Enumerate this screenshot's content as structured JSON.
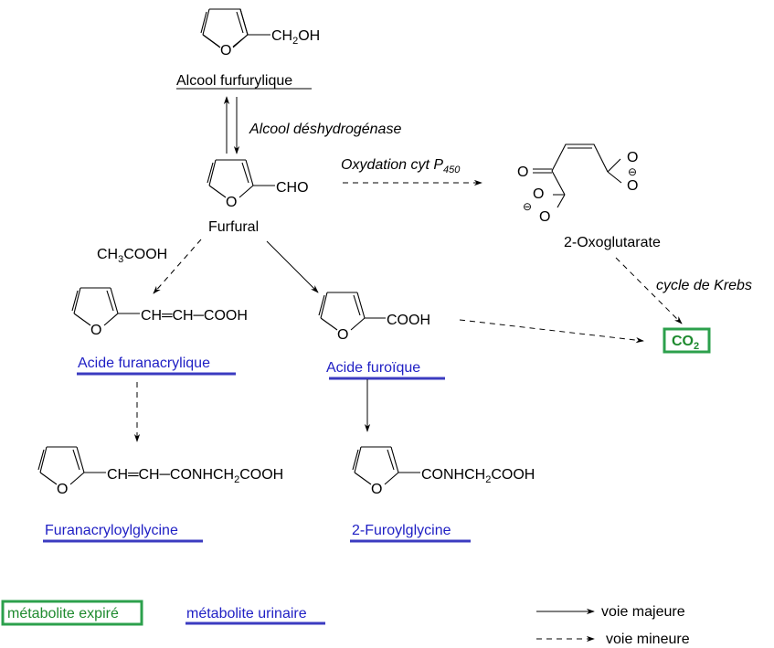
{
  "compounds": {
    "furfuryl_alcohol": {
      "substituent": "CH",
      "sub2": "2",
      "substituent_end": "OH",
      "name": "Alcool furfurylique"
    },
    "furfural": {
      "substituent": "CHO",
      "name": "Furfural"
    },
    "oxoglutarate": {
      "name": "2-Oxoglutarate",
      "atom_o": "O",
      "charge": "⊖"
    },
    "furanacrylic_acid": {
      "chain": "CH═CH─COOH",
      "name": "Acide furanacrylique"
    },
    "furoic_acid": {
      "substituent": "COOH",
      "name": "Acide furoïque"
    },
    "furanacryloylglycine": {
      "chain_a": "CH═CH─CONHCH",
      "sub2": "2",
      "chain_b": "COOH",
      "name": "Furanacryloylglycine"
    },
    "furoylglycine": {
      "chain_a": "CONHCH",
      "sub2": "2",
      "chain_b": "COOH",
      "name": "2-Furoylglycine"
    },
    "co2": {
      "text": "CO",
      "sub2": "2"
    }
  },
  "ring_o": "O",
  "reactions": {
    "enzyme_adh": "Alcool déshydrogénase",
    "oxidation": "Oxydation cyt P",
    "oxidation_sub": "450",
    "acetic_acid": "CH",
    "acetic_sub": "3",
    "acetic_end": "COOH",
    "krebs": "cycle de Krebs"
  },
  "legend": {
    "expired": "métabolite expiré",
    "urinary": "métabolite urinaire",
    "major": "voie majeure",
    "minor": "voie mineure"
  },
  "colors": {
    "urinary": "#1f1fc4",
    "expired": "#1e8a2e",
    "underline": "#3b3bc0",
    "box": "#2ca04c"
  }
}
